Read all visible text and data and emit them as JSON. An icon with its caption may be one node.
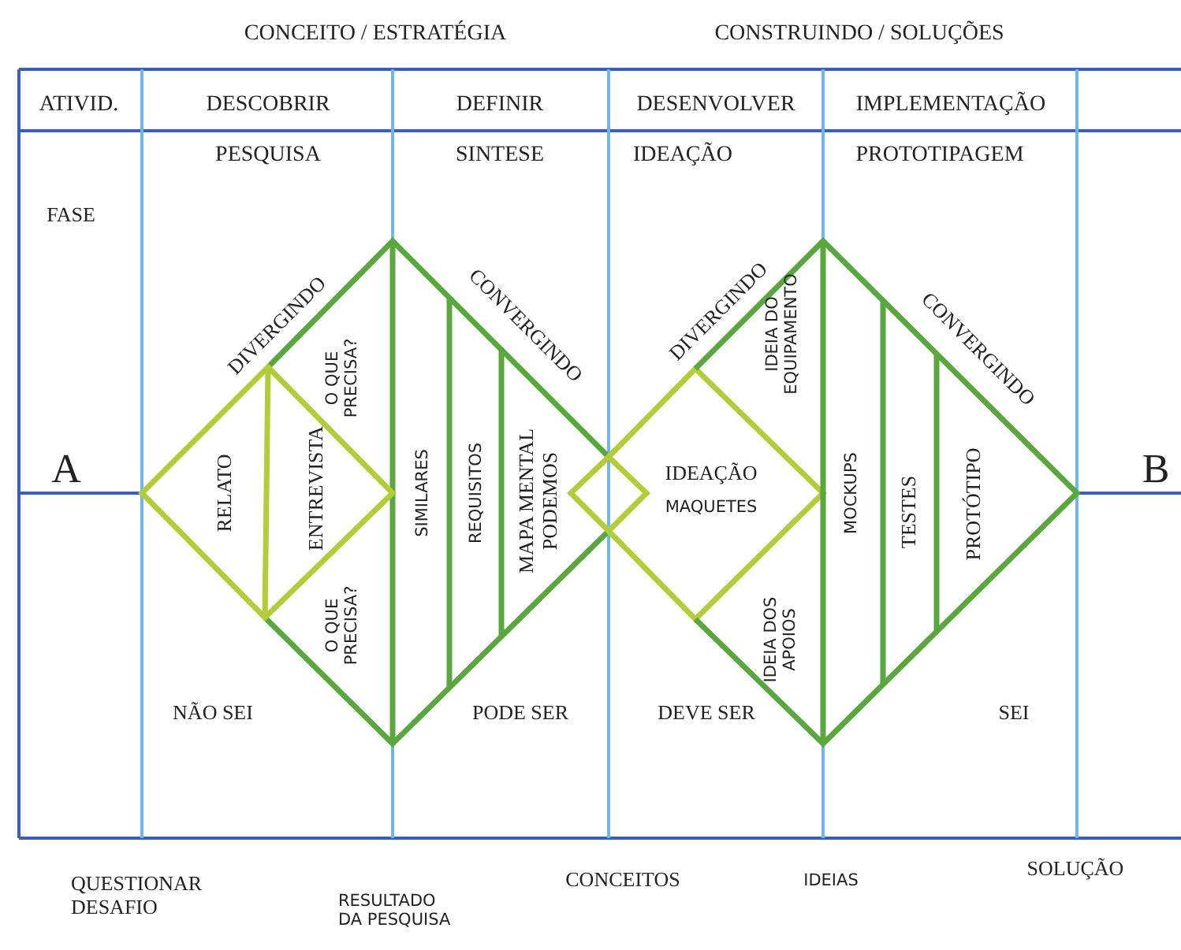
{
  "diagram": {
    "labels": [
      "CONCEITO / ESTRATÉGIA",
      "CONSTRUINDO / SOLUÇÕES",
      "ATIVID.",
      "DESCOBRIR",
      "DEFINIR",
      "DESENVOLVER",
      "IMPLEMENTAÇÃO",
      "PESQUISA",
      "SINTESE",
      "IDEAÇÃO",
      "PROTOTIPAGEM",
      "FASE",
      "DIVERGINDO",
      "CONVERGINDO",
      "DIVERGINDO",
      "IDEIA DO EQUIPAMENTO",
      "CONVERGINDO",
      "O QUE PRECISA?",
      "A",
      "B",
      "RELATO",
      "ENTREVISTA",
      "SIMILARES",
      "REQUISITOS",
      "MAPA MENTAL PODEMOS",
      "IDEAÇÃO",
      "MAQUETES",
      "MOCKUPS",
      "TESTES",
      "PROTÓTIPO",
      "O QUE PRECISA?",
      "IDEIA DOS APOIOS",
      "NÃO SEI",
      "PODE SER",
      "DEVE SER",
      "SEI",
      "QUESTIONAR DESAFIO",
      "RESULTADO DA PESQUISA",
      "CONCEITOS",
      "IDEIAS",
      "SOLUÇÃO"
    ]
  }
}
